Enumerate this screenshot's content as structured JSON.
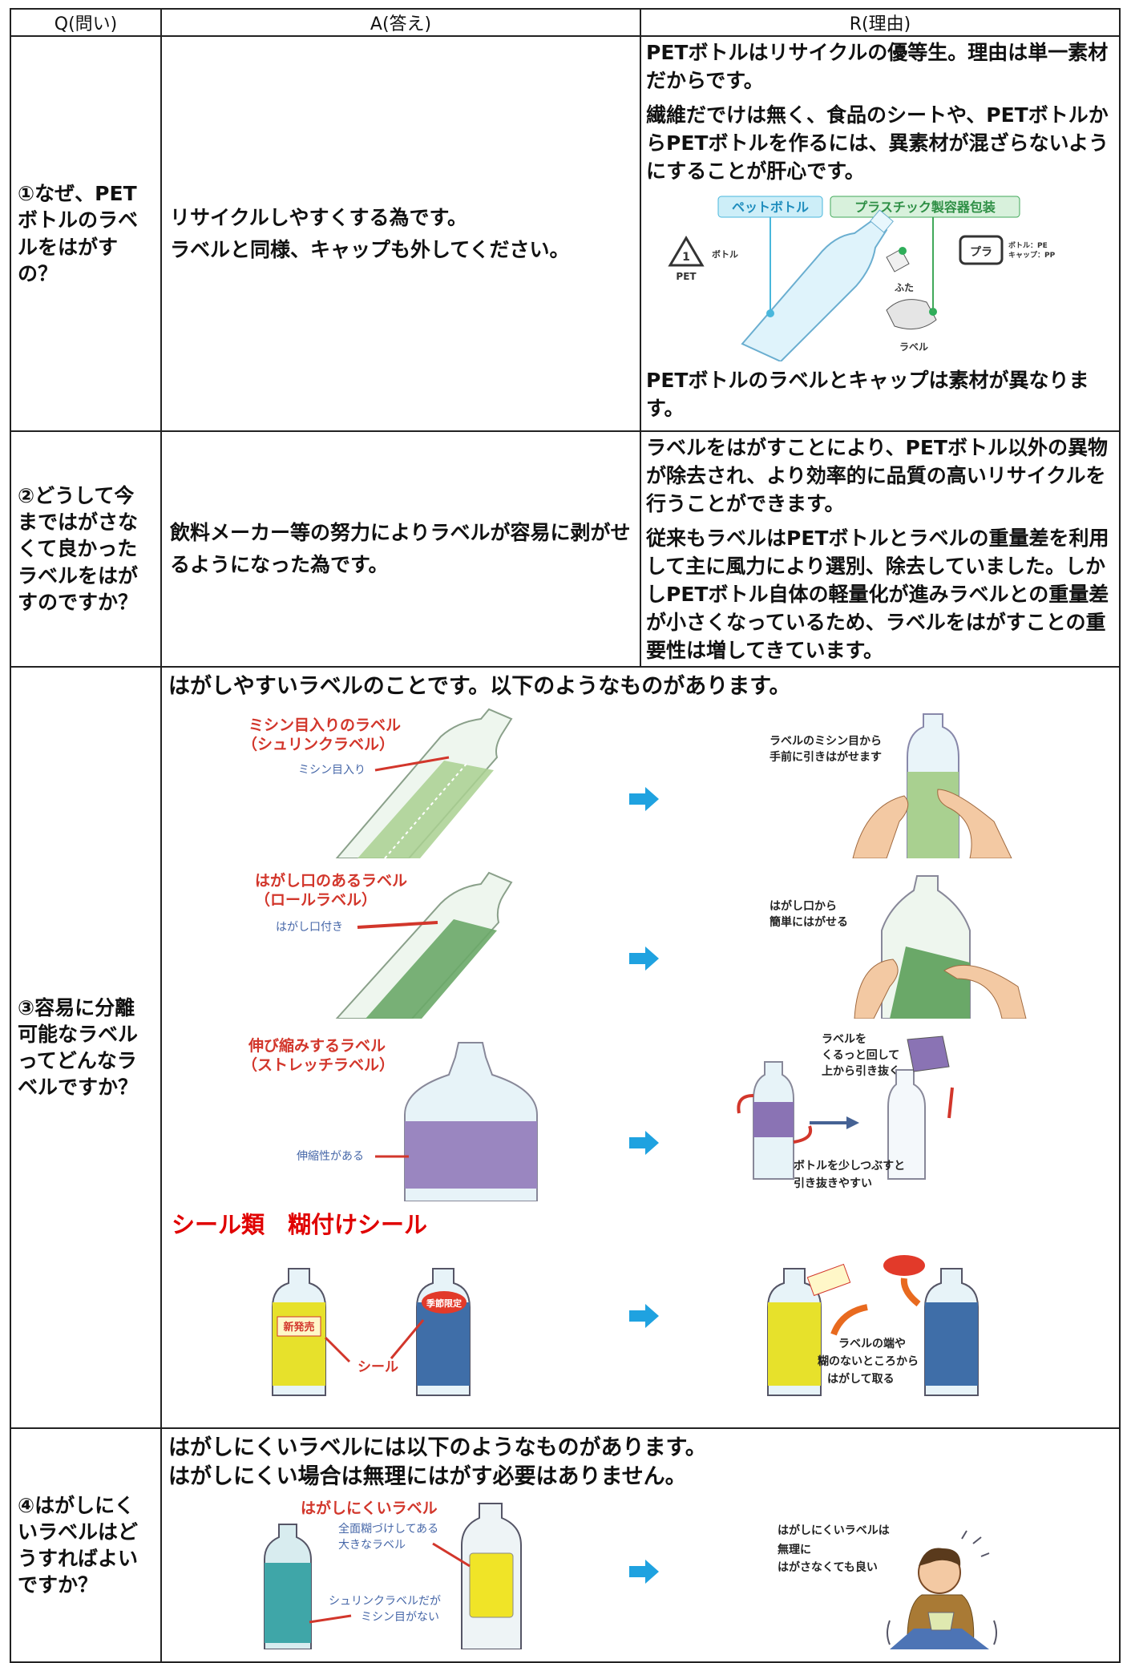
{
  "header": {
    "q": "Q(問い)",
    "a": "A(答え)",
    "r": "R(理由)"
  },
  "row1": {
    "q": "①なぜ、PETボトルのラベルをはがすの？",
    "a1": "リサイクルしやすくする為です。",
    "a2": "ラベルと同様、キャップも外してください。",
    "r1": "PETボトルはリサイクルの優等生。理由は単一素材だからです。",
    "r2": "繊維だでけは無く、食品のシートや、PETボトルからPETボトルを作るには、異素材が混ざらないようにすることが肝心です。",
    "r3": "PETボトルのラベルとキャップは素材が異なります。",
    "fig": {
      "tag_pet": "ペットボトル",
      "tag_pla": "プラスチック製容器包装",
      "pet_mark": "PET",
      "pet_num": "1",
      "bottle": "ボトル",
      "cap": "ふた",
      "label": "ラベル",
      "pla_mark": "プラ",
      "pla_note1": "ボトル：PE",
      "pla_note2": "キャップ：PP"
    }
  },
  "row2": {
    "q": "②どうして今まではがさなくて良かったラベルをはがすのですか？",
    "a": "飲料メーカー等の努力によりラベルが容易に剥がせるようになった為です。",
    "r1": "ラベルをはがすことにより、PETボトル以外の異物が除去され、より効率的に品質の高いリサイクルを行うことができます。",
    "r2": "従来もラベルはPETボトルとラベルの重量差を利用して主に風力により選別、除去していました。しかしPETボトル自体の軽量化が進みラベルとの重量差が小さくなっているため、ラベルをはがすことの重要性は増してきています。"
  },
  "row3": {
    "q": "③容易に分離可能なラベルってどんなラベルですか？",
    "title": "はがしやすいラベルのことです。以下のようなものがあります。",
    "shrink": {
      "t1": "ミシン目入りのラベル",
      "t2": "（シュリンクラベル）",
      "note": "ミシン目入り",
      "how1": "ラベルのミシン目から",
      "how2": "手前に引きはがせます"
    },
    "roll": {
      "t1": "はがし口のあるラベル",
      "t2": "（ロールラベル）",
      "note": "はがし口付き",
      "how1": "はがし口から",
      "how2": "簡単にはがせる"
    },
    "stretch": {
      "t1": "伸び縮みするラベル",
      "t2": "（ストレッチラベル）",
      "note": "伸縮性がある",
      "how1": "ラベルを",
      "how2": "くるっと回して",
      "how3": "上から引き抜く",
      "tip1": "ボトルを少しつぶすと",
      "tip2": "引き抜きやすい"
    },
    "seal_title": "シール類　糊付けシール",
    "seal": {
      "badge1": "新発売",
      "badge2": "季節限定",
      "note": "シール",
      "how1": "ラベルの端や",
      "how2": "糊のないところから",
      "how3": "はがして取る"
    }
  },
  "row4": {
    "q": "④はがしにくいラベルはどうすればよいですか？",
    "title1": "はがしにくいラベルには以下のようなものがあります。",
    "title2": "はがしにくい場合は無理にはがす必要はありません。",
    "fig": {
      "t": "はがしにくいラベル",
      "n1": "全面糊づけしてある",
      "n2": "大きなラベル",
      "n3": "シュリンクラベルだが",
      "n4": "ミシン目がない",
      "how1": "はがしにくいラベルは",
      "how2": "無理に",
      "how3": "はがさなくても良い"
    }
  },
  "colors": {
    "arrow": "#1fa2e0",
    "seal_title": "#e00000",
    "label_red": "#d2362b",
    "label_blue": "#4667a8"
  }
}
